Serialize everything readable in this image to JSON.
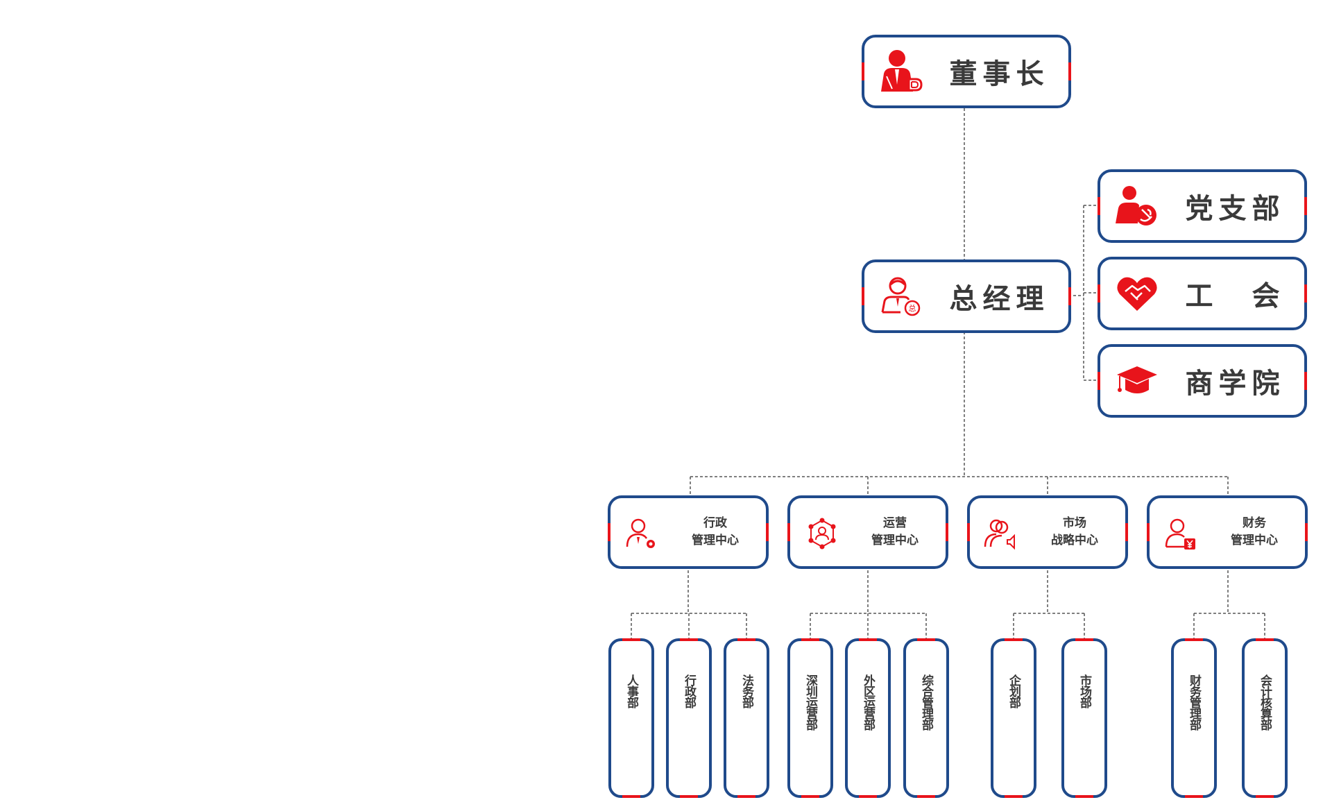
{
  "colors": {
    "border": "#1f4a8b",
    "accent": "#e8141b",
    "text": "#3a3a3a",
    "connector": "#555555"
  },
  "top": {
    "label": "董事长",
    "icon": "chairman-icon"
  },
  "gm": {
    "label": "总经理",
    "icon": "general-manager-icon",
    "badge": "总"
  },
  "side_units": [
    {
      "label": "党支部",
      "icon": "party-member-icon"
    },
    {
      "label": "工　会",
      "icon": "handshake-heart-icon"
    },
    {
      "label": "商学院",
      "icon": "graduation-cap-icon"
    }
  ],
  "centers": [
    {
      "line1": "行政",
      "line2": "管理中心",
      "icon": "admin-user-gear-icon",
      "departments": [
        "人事部",
        "行政部",
        "法务部"
      ]
    },
    {
      "line1": "运营",
      "line2": "管理中心",
      "icon": "network-user-icon",
      "departments": [
        "深圳运营部",
        "外区运营部",
        "综合管理部"
      ]
    },
    {
      "line1": "市场",
      "line2": "战略中心",
      "icon": "users-speaker-icon",
      "departments": [
        "企划部",
        "市场部"
      ]
    },
    {
      "line1": "财务",
      "line2": "管理中心",
      "icon": "user-yuan-icon",
      "departments": [
        "财务管理部",
        "会计核算部"
      ]
    }
  ]
}
